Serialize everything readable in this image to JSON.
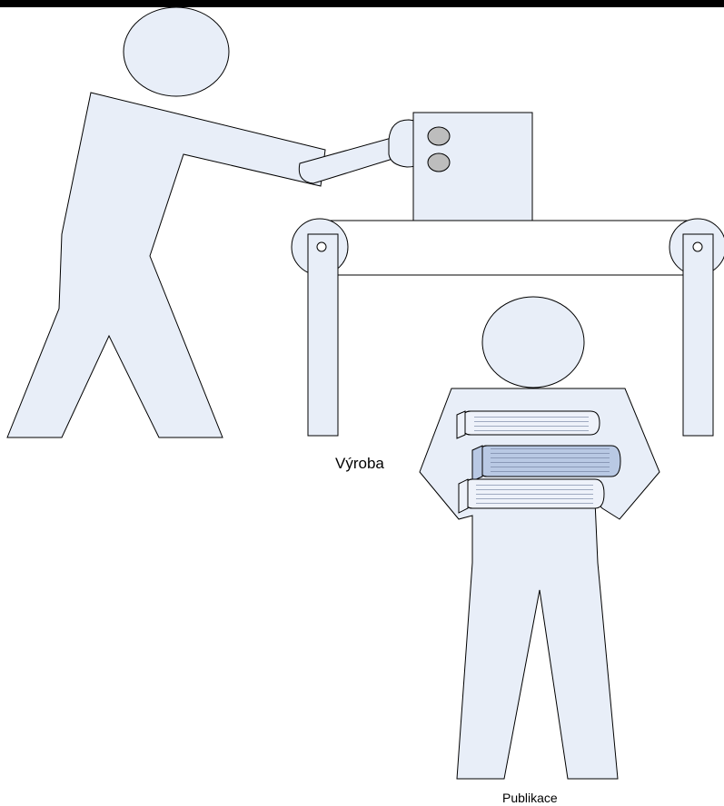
{
  "labels": {
    "production": "Výroba",
    "publication": "Publikace"
  },
  "colors": {
    "figure_fill": "#e8eef8",
    "outline": "#000000",
    "book_fill": "#eef2fa",
    "book_highlight_fill": "#b9c9e4",
    "button_fill": "#bdbdbd",
    "top_bar": "#000000"
  },
  "icons": [
    "worker-figure",
    "wrench-icon",
    "control-box",
    "conveyor-belt",
    "reader-figure",
    "books-stack"
  ]
}
